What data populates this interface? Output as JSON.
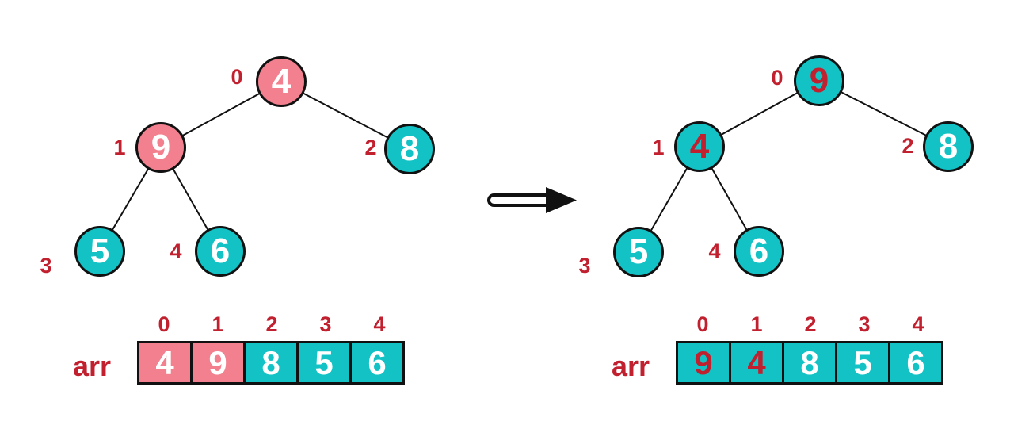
{
  "colors": {
    "pink": "#F2808F",
    "teal": "#12C2C5",
    "red": "#C1202F",
    "white": "#FFFFFF",
    "line": "#111111"
  },
  "before": {
    "tree": {
      "nodes": [
        {
          "index": "0",
          "value": "4",
          "fill": "pink",
          "text": "white"
        },
        {
          "index": "1",
          "value": "9",
          "fill": "pink",
          "text": "white"
        },
        {
          "index": "2",
          "value": "8",
          "fill": "teal",
          "text": "white"
        },
        {
          "index": "3",
          "value": "5",
          "fill": "teal",
          "text": "white"
        },
        {
          "index": "4",
          "value": "6",
          "fill": "teal",
          "text": "white"
        }
      ]
    },
    "array": {
      "label": "arr",
      "indices": [
        "0",
        "1",
        "2",
        "3",
        "4"
      ],
      "cells": [
        {
          "value": "4",
          "fill": "pink",
          "text": "white"
        },
        {
          "value": "9",
          "fill": "pink",
          "text": "white"
        },
        {
          "value": "8",
          "fill": "teal",
          "text": "white"
        },
        {
          "value": "5",
          "fill": "teal",
          "text": "white"
        },
        {
          "value": "6",
          "fill": "teal",
          "text": "white"
        }
      ]
    }
  },
  "after": {
    "tree": {
      "nodes": [
        {
          "index": "0",
          "value": "9",
          "fill": "teal",
          "text": "red"
        },
        {
          "index": "1",
          "value": "4",
          "fill": "teal",
          "text": "red"
        },
        {
          "index": "2",
          "value": "8",
          "fill": "teal",
          "text": "white"
        },
        {
          "index": "3",
          "value": "5",
          "fill": "teal",
          "text": "white"
        },
        {
          "index": "4",
          "value": "6",
          "fill": "teal",
          "text": "white"
        }
      ]
    },
    "array": {
      "label": "arr",
      "indices": [
        "0",
        "1",
        "2",
        "3",
        "4"
      ],
      "cells": [
        {
          "value": "9",
          "fill": "teal",
          "text": "red"
        },
        {
          "value": "4",
          "fill": "teal",
          "text": "red"
        },
        {
          "value": "8",
          "fill": "teal",
          "text": "white"
        },
        {
          "value": "5",
          "fill": "teal",
          "text": "white"
        },
        {
          "value": "6",
          "fill": "teal",
          "text": "white"
        }
      ]
    }
  }
}
